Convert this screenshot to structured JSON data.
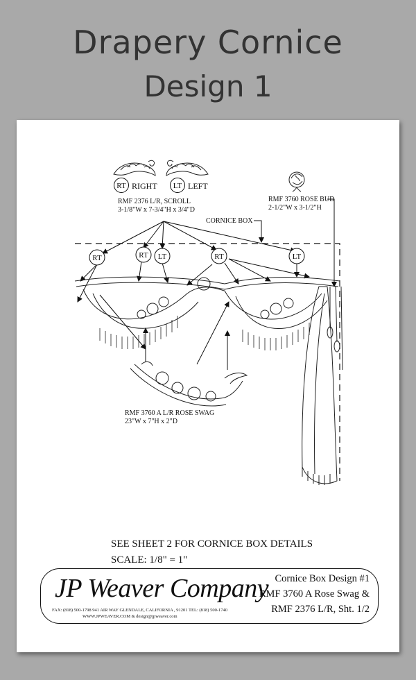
{
  "page": {
    "title_line1": "Drapery Cornice",
    "title_line2": "Design 1"
  },
  "drawing": {
    "rt_tag": "RT",
    "lt_tag": "LT",
    "right_label": "RIGHT",
    "left_label": "LEFT",
    "scroll_part": "RMF 2376 L/R, SCROLL",
    "scroll_dims": "3-1/8\"W x 7-3/4\"H x 3/4\"D",
    "rosebud_part": "RMF 3760 ROSE BUD",
    "rosebud_dims": "2-1/2\"W x 3-1/2\"H",
    "cornice_box_label": "CORNICE BOX",
    "swag_part": "RMF 3760 A L/R ROSE SWAG",
    "swag_dims": "23\"W x 7\"H x 2\"D"
  },
  "notes": {
    "see_sheet": "SEE SHEET 2 FOR CORNICE BOX DETAILS",
    "scale": "SCALE: 1/8\" = 1\""
  },
  "title_block": {
    "company": "JP Weaver Company",
    "address_line1": "FAX: (818) 500-1798     941 AIR WAY  GLENDALE, CALIFORNIA , 91201   TEL: (818) 500-1740",
    "address_line2": "WWW.JPWEAVER.COM  &  design@jpweaver.com",
    "design_line1": "Cornice Box Design #1",
    "design_line2": "RMF 3760 A Rose Swag &",
    "design_line3": "RMF 2376 L/R, Sht. 1/2"
  }
}
